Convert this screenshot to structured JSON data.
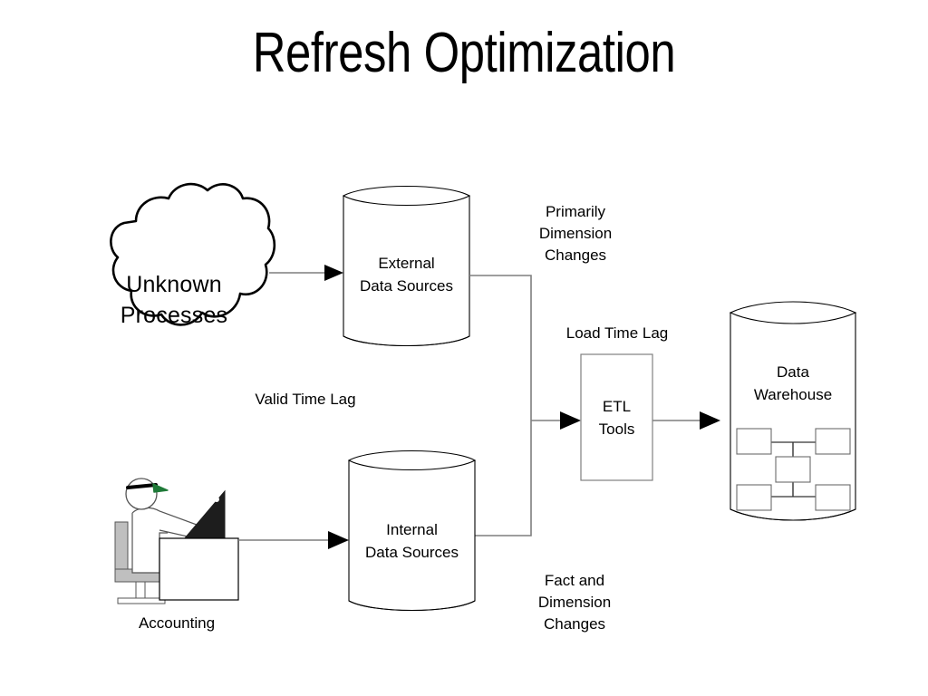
{
  "slide": {
    "title": "Refresh Optimization",
    "background_color": "#ffffff",
    "ink_color": "#000000",
    "line_color": "#7f7f7f",
    "accent_green": "#1f7a38",
    "chair_gray": "#bfbfbf"
  },
  "nodes": {
    "cloud": {
      "label": "Unknown\nProcesses",
      "shape": "cloud"
    },
    "external_db": {
      "label": "External\nData Sources",
      "shape": "cylinder"
    },
    "internal_db": {
      "label": "Internal\nData Sources",
      "shape": "cylinder"
    },
    "etl": {
      "label": "ETL\nTools",
      "shape": "rectangle"
    },
    "warehouse": {
      "label": "Data\nWarehouse",
      "shape": "cylinder-with-star-schema"
    },
    "accounting": {
      "label": "Accounting",
      "shape": "person-at-desk"
    }
  },
  "annotations": {
    "primarily_dimension_changes": "Primarily\nDimension\nChanges",
    "valid_time_lag": "Valid Time Lag",
    "load_time_lag": "Load Time Lag",
    "fact_and_dimension_changes": "Fact and\nDimension\nChanges"
  },
  "flows": [
    {
      "from": "cloud",
      "to": "external_db",
      "arrow": "solid-triangle"
    },
    {
      "from": "accounting",
      "to": "internal_db",
      "arrow": "solid-triangle"
    },
    {
      "from": "external_db",
      "to": "etl",
      "arrow": "solid-triangle"
    },
    {
      "from": "internal_db",
      "to": "etl",
      "arrow": "solid-triangle"
    },
    {
      "from": "etl",
      "to": "warehouse",
      "arrow": "solid-triangle"
    }
  ]
}
